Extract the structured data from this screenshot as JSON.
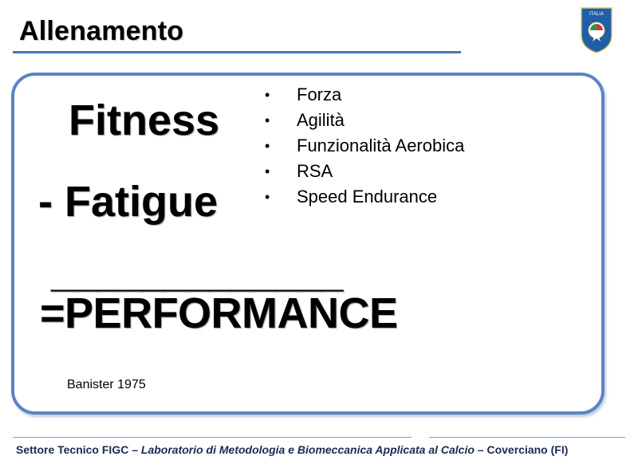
{
  "slide": {
    "title": "Allenamento",
    "equation": {
      "fitness": "Fitness",
      "fatigue": "- Fatigue",
      "line": "_____________",
      "performance": "=PERFORMANCE"
    },
    "bullets": [
      "Forza",
      "Agilità",
      "Funzionalità Aerobica",
      "RSA",
      "Speed Endurance"
    ],
    "bullet_symbol": "•",
    "citation": "Banister 1975"
  },
  "crest": {
    "label": "ITALIA"
  },
  "footer": {
    "part1": "Settore Tecnico FIGC – ",
    "part2": "Laboratorio di Metodologia e Biomeccanica Applicata al Calcio",
    "part3": " – Coverciano (FI)"
  },
  "colors": {
    "accent": "#4a74b8",
    "panel_border": "#5b84c4",
    "footer_text": "#1a2a55"
  }
}
